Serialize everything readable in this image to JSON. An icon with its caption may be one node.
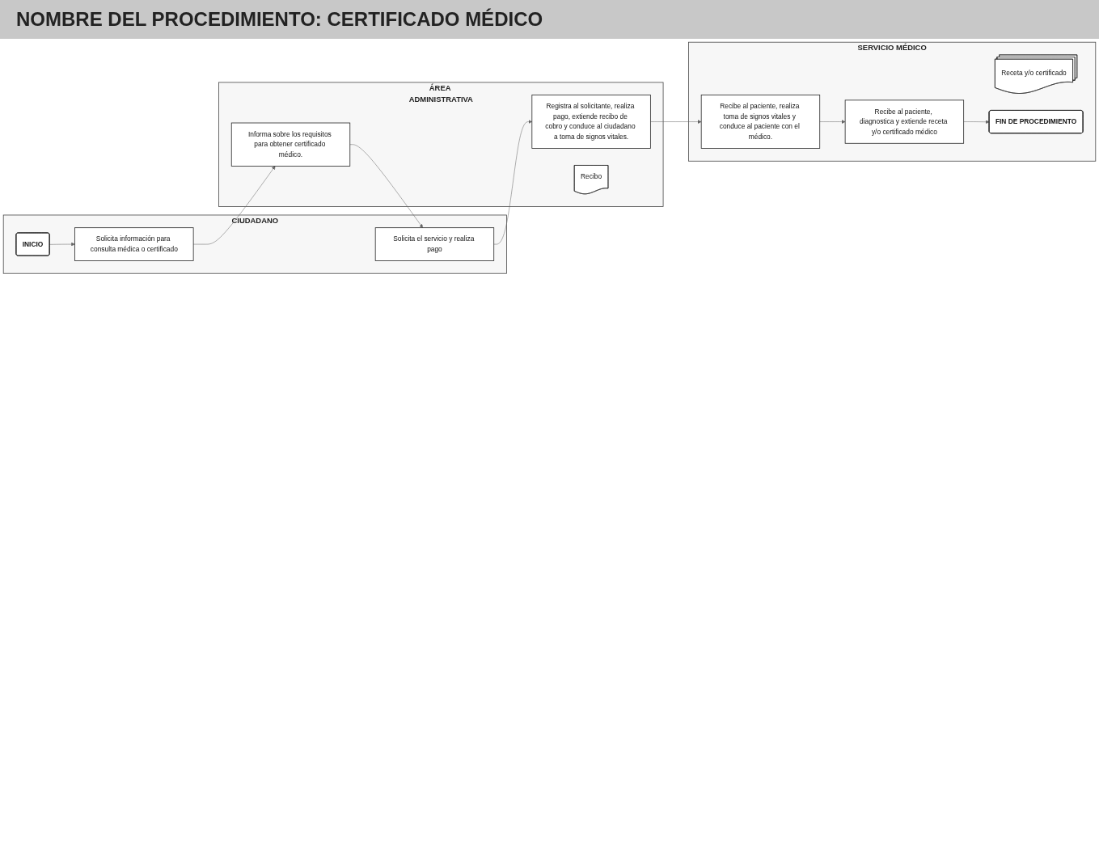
{
  "diagram": {
    "title": "NOMBRE DEL PROCEDIMIENTO:  CERTIFICADO MÉDICO",
    "nodes": [
      {
        "text": [
          "CIUDADANO"
        ]
      },
      {
        "text": [
          "ÁREA ADMINISTRATIVA"
        ]
      },
      {
        "text": [
          "SERVICIO MÉDICO"
        ]
      },
      {
        "text": [
          "INICIO"
        ],
        "in": 0
      },
      {
        "text": [
          "Solicita información para consulta médica o certificado"
        ],
        "in": 0
      },
      {
        "text": [
          "Solicita el servicio y realiza pago"
        ],
        "in": 0
      },
      {
        "text": [
          "Informa sobre los requisitos para obtener certificado médico."
        ],
        "in": 1
      },
      {
        "text": [
          "Registra al solicitante, realiza pago, extiende recibo de cobro y conduce al ciudadano a toma de signos vitales."
        ],
        "in": 1
      },
      {
        "text": [
          "Recibo"
        ],
        "in": 1
      },
      {
        "text": [
          "Recibe al paciente, realiza toma de signos vitales y conduce al paciente con el médico."
        ],
        "in": 2
      },
      {
        "text": [
          "Recibe al paciente, diagnostica y extiende receta y/o certificado médico"
        ],
        "in": 2
      },
      {
        "text": [
          "Receta y/o certificado"
        ],
        "in": 2
      },
      {
        "text": [
          "FIN DE PROCEDIMIENTO"
        ],
        "in": 2
      }
    ],
    "edges": [
      {
        "from": 3,
        "to": 4,
        "arrow": "to"
      },
      {
        "from": 4,
        "to": 6,
        "arrow": "to"
      },
      {
        "from": 6,
        "to": 5,
        "arrow": "to"
      },
      {
        "from": 5,
        "to": 7,
        "arrow": "to"
      },
      {
        "from": 7,
        "to": 9,
        "arrow": "to"
      },
      {
        "from": 9,
        "to": 10,
        "arrow": "to"
      },
      {
        "from": 10,
        "to": 12,
        "arrow": "to"
      }
    ]
  }
}
